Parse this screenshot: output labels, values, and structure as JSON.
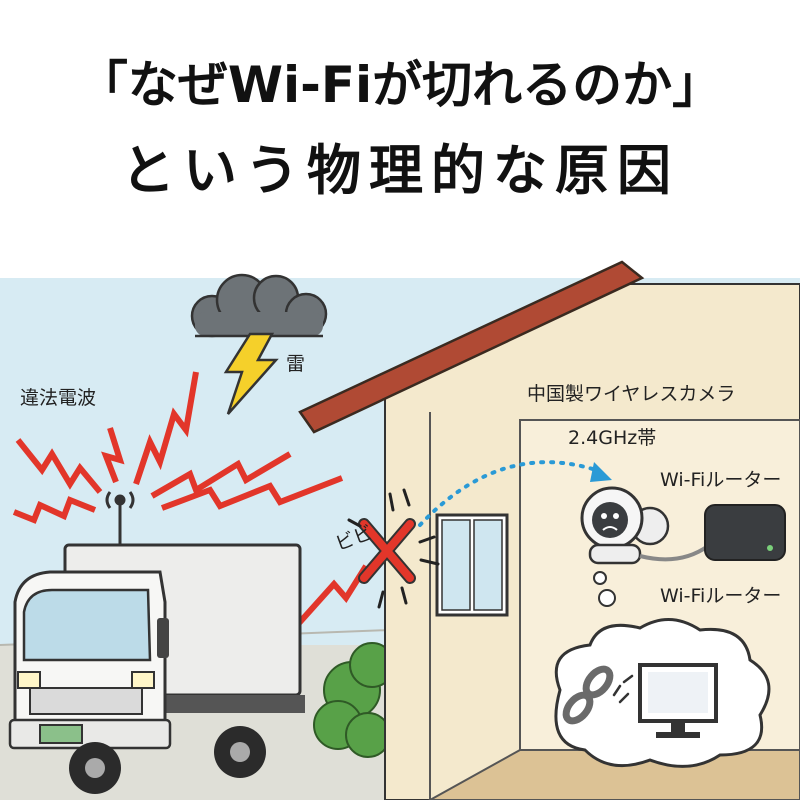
{
  "title": {
    "line1": "「なぜWi-Fiが切れるのか」",
    "line2": "という物理的な原因"
  },
  "labels": {
    "illegal_radio": "違法電波",
    "thunder": "雷",
    "camera": "中国製ワイヤレスカメラ",
    "band": "2.4GHz帯",
    "router_top": "Wi-Fiルーター",
    "router_bottom": "Wi-Fiルーター",
    "noise": "ビビ"
  },
  "colors": {
    "sky": "#d7ebf3",
    "wave_red": "#e2362a",
    "lightning_yellow": "#f5d02a",
    "signal_blue": "#2a9ad6",
    "roof": "#b04a34",
    "wall": "#f4e9cd"
  },
  "icons": [
    "storm-cloud-icon",
    "lightning-icon",
    "antenna-icon",
    "truck-icon",
    "block-x-icon",
    "camera-icon",
    "router-icon",
    "broken-chain-icon",
    "monitor-icon"
  ]
}
